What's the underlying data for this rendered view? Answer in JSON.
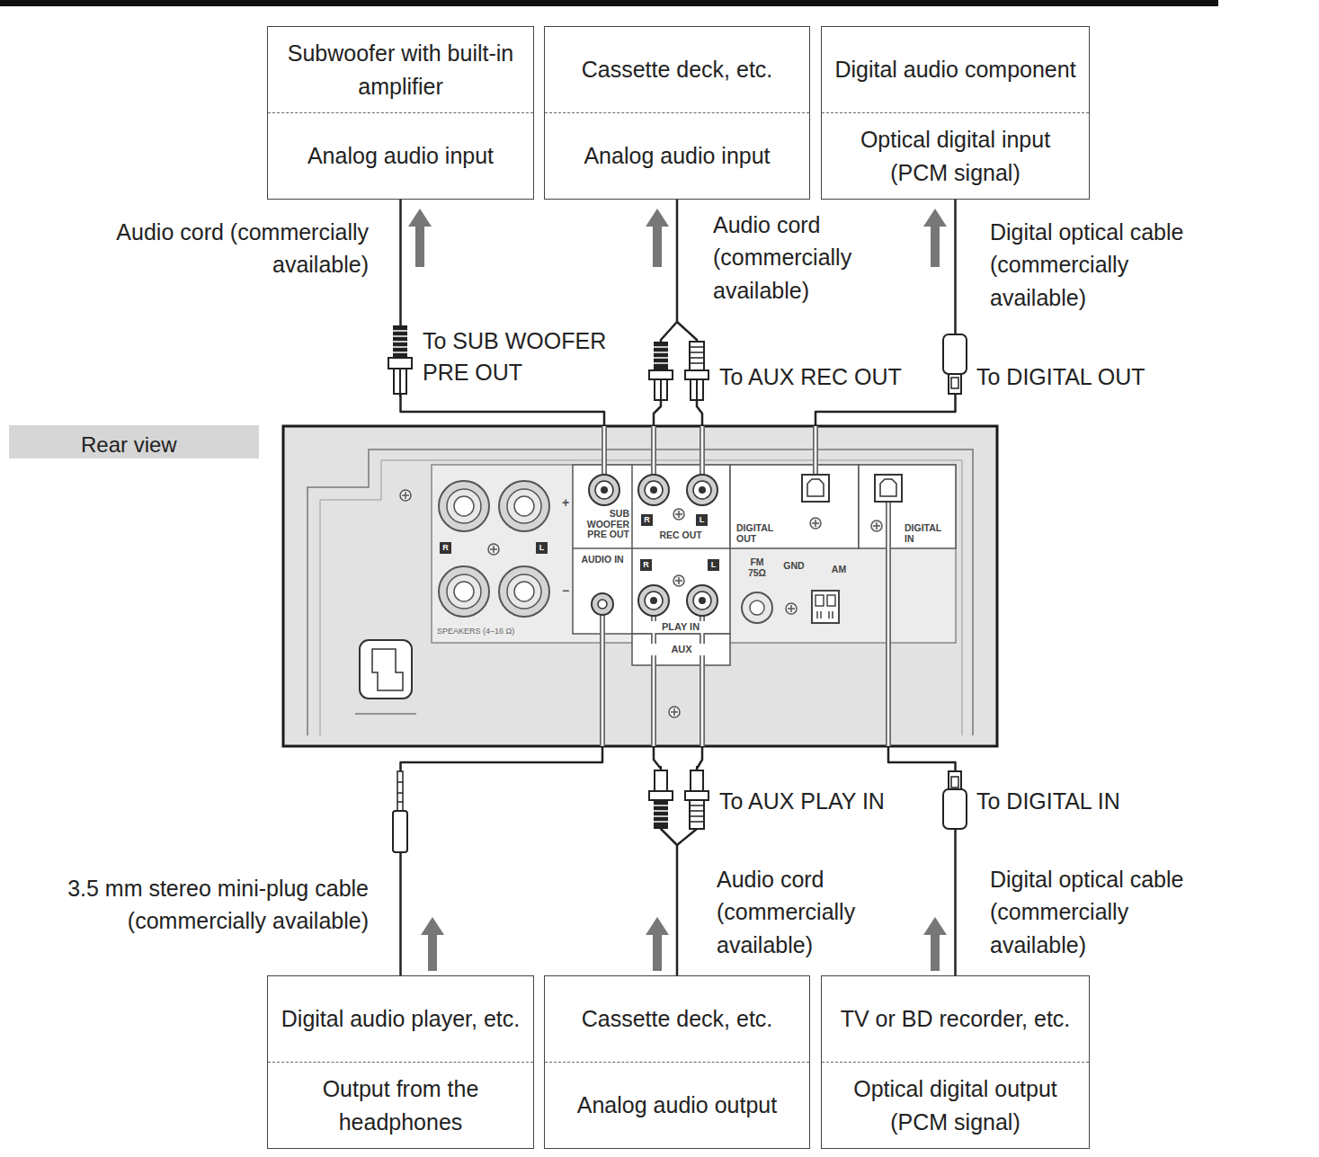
{
  "diagram": {
    "nodes": [
      {
        "text": [
          "Subwoofer with built-in amplifier",
          "Analog audio input"
        ]
      },
      {
        "text": [
          "Cassette deck, etc.",
          "Analog audio input"
        ]
      },
      {
        "text": [
          "Digital audio component",
          "Optical digital input (PCM signal)"
        ]
      },
      {
        "text": [
          "SUB WOOFER PRE OUT",
          "R",
          "L",
          "REC OUT",
          "DIGITAL OUT",
          "DIGITAL IN",
          "AUDIO IN",
          "R",
          "L",
          "PLAY IN",
          "AUX",
          "FM 75Ω",
          "GND",
          "AM",
          "R",
          "L",
          "SPEAKERS (4–16 Ω)",
          "+",
          "−"
        ]
      },
      {
        "text": [
          "Digital audio player, etc.",
          "Output from the headphones"
        ]
      },
      {
        "text": [
          "Cassette deck, etc.",
          "Analog audio output"
        ]
      },
      {
        "text": [
          "TV or BD recorder, etc.",
          "Optical digital output (PCM signal)"
        ]
      }
    ],
    "edges": [
      {
        "from": 3,
        "to": 0,
        "arrow": "to",
        "label": "Audio cord (commercially available)"
      },
      {
        "from": 3,
        "to": 1,
        "arrow": "to",
        "label": "Audio cord (commercially available)"
      },
      {
        "from": 3,
        "to": 2,
        "arrow": "to",
        "label": "Digital optical cable (commercially available)"
      },
      {
        "from": 4,
        "to": 3,
        "arrow": "to",
        "label": "3.5 mm stereo mini-plug cable (commercially available)"
      },
      {
        "from": 5,
        "to": 3,
        "arrow": "to",
        "label": "Audio cord (commercially available)"
      },
      {
        "from": 6,
        "to": 3,
        "arrow": "to",
        "label": "Digital optical cable (commercially available)"
      }
    ],
    "labels": [
      "Rear view",
      "To SUB WOOFER PRE OUT",
      "To AUX REC OUT",
      "To DIGITAL OUT",
      "To DIGITAL IN",
      "To AUX PLAY IN"
    ]
  }
}
